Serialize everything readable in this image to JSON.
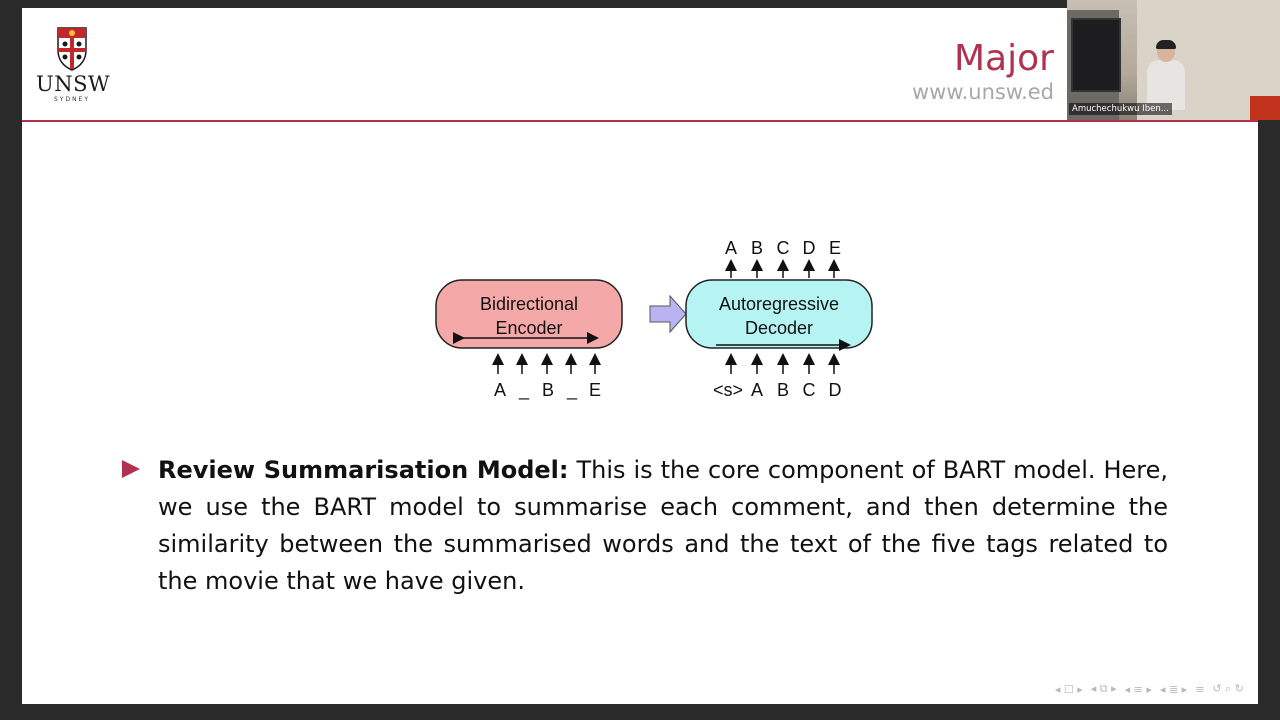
{
  "slide": {
    "logo": {
      "wordmark": "UNSW",
      "sub": "SYDNEY"
    },
    "title": "Major N",
    "url": "www.unsw.ed",
    "diagram": {
      "encoder": {
        "line1": "Bidirectional",
        "line2": "Encoder",
        "inputs": [
          "A",
          "_",
          "B",
          "_",
          "E"
        ]
      },
      "decoder": {
        "line1": "Autoregressive",
        "line2": "Decoder",
        "inputs": [
          "<s>",
          "A",
          "B",
          "C",
          "D"
        ],
        "outputs": [
          "A",
          "B",
          "C",
          "D",
          "E"
        ]
      }
    },
    "bullet": {
      "heading": "Review Summarisation Model:",
      "body": "This is the core component of BART model. Here, we use the BART model to summarise each comment, and then determine the similarity between the summarised words and the text of the five tags related to the movie that we have given."
    }
  },
  "video": {
    "participant_name": "Amuchechukwu Iben..."
  },
  "colors": {
    "accent": "#b0324f",
    "encoder_fill": "#f5a8a8",
    "decoder_fill": "#b6f3f3",
    "arrow_fill": "#b9b3f2"
  }
}
